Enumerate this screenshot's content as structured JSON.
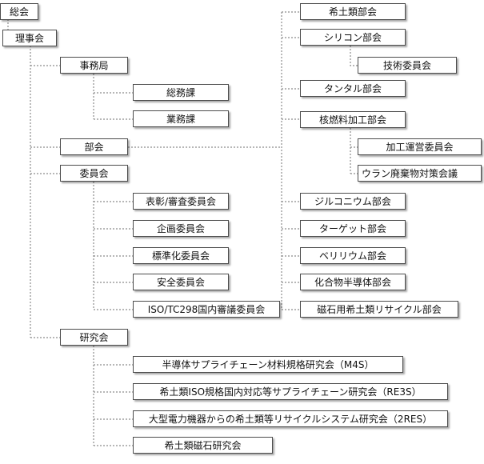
{
  "colors": {
    "line": "#8c8c8c",
    "border": "#4d4d4d",
    "text": "#111111"
  },
  "nodes": {
    "sokai": "総会",
    "rijikai": "理事会",
    "jimukyoku": "事務局",
    "somuka": "総務課",
    "gyomuka": "業務課",
    "bukai": "部会",
    "iinkai": "委員会",
    "hyosho": "表彰/審査委員会",
    "kikaku": "企画委員会",
    "hyojunka": "標準化委員会",
    "anzen": "安全委員会",
    "iso": "ISO/TC298国内審議委員会",
    "kenkyukai": "研究会",
    "kenkyu1": "半導体サプライチェーン材料規格研究会（M4S）",
    "kenkyu2": "希土類ISO規格国内対応等サプライチェーン研究会（RE3S）",
    "kenkyu3": "大型電力機器からの希土類等リサイクルシステム研究会（2RES）",
    "kenkyu4": "希土類磁石研究会",
    "kidorui": "希土類部会",
    "silicon": "シリコン部会",
    "gijutsu": "技術委員会",
    "tantal": "タンタル部会",
    "kakunenryo": "核燃料加工部会",
    "kako": "加工運営委員会",
    "uran": "ウラン廃棄物対策会議",
    "zircon": "ジルコニウム部会",
    "target": "ターゲット部会",
    "beryllium": "ベリリウム部会",
    "kagobutsu": "化合物半導体部会",
    "jishaku": "磁石用希土類リサイクル部会"
  }
}
